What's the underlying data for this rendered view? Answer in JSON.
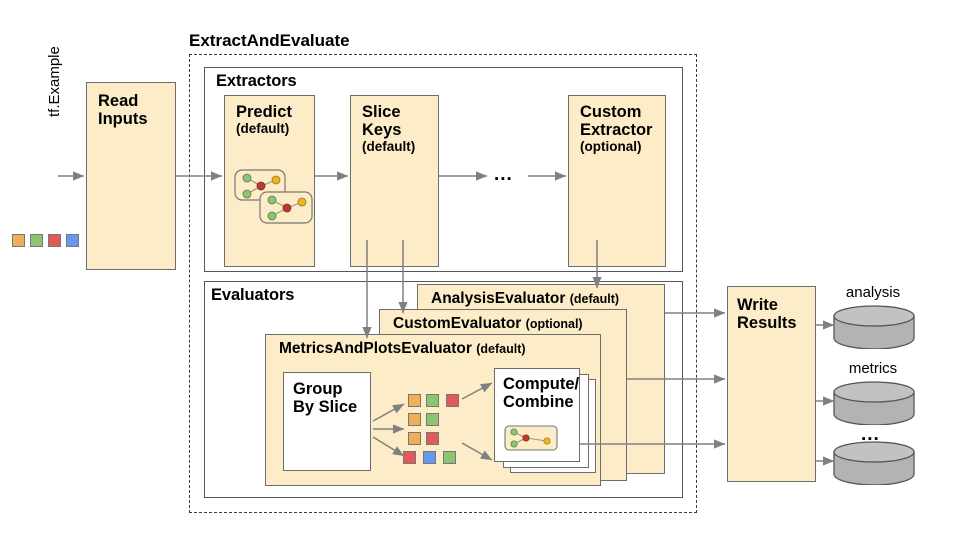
{
  "diagram": {
    "title": "ExtractAndEvaluate",
    "input_label": "tf.Example",
    "input_swatches": [
      "#f0ad5a",
      "#8cc474",
      "#e05a5a",
      "#6699ee"
    ],
    "read_inputs": {
      "line1": "Read",
      "line2": "Inputs"
    },
    "extractors": {
      "label": "Extractors",
      "nodes": [
        {
          "line1": "Predict",
          "line2": "",
          "sub": "(default)",
          "icon": "model-graph-stack-icon"
        },
        {
          "line1": "Slice",
          "line2": "Keys",
          "sub": "(default)",
          "icon": ""
        },
        {
          "line1": "Custom",
          "line2": "Extractor",
          "sub": "(optional)",
          "icon": ""
        }
      ],
      "ellipsis": "..."
    },
    "evaluators": {
      "label": "Evaluators",
      "stack": [
        {
          "name": "AnalysisEvaluator",
          "qualifier": "(default)"
        },
        {
          "name": "CustomEvaluator",
          "qualifier": "(optional)"
        },
        {
          "name": "MetricsAndPlotsEvaluator",
          "qualifier": "(default)"
        }
      ],
      "group_by_slice": {
        "line1": "Group",
        "line2": "By Slice"
      },
      "compute_combine": {
        "line1": "Compute/",
        "line2": "Combine",
        "icon": "model-graph-icon"
      },
      "slice_swatch_rows": [
        [
          "#f0ad5a",
          "#8cc474",
          "#e05a5a"
        ],
        [
          "#f0ad5a",
          "#8cc474"
        ],
        [
          "#f0ad5a",
          "#e05a5a"
        ],
        [
          "#e05a5a",
          "#6699ee",
          "#8cc474"
        ]
      ]
    },
    "write_results": {
      "line1": "Write",
      "line2": "Results"
    },
    "sinks": [
      {
        "label": "analysis"
      },
      {
        "label": "metrics"
      },
      {
        "label": "..."
      }
    ],
    "colors": {
      "box_fill": "#fdecc8",
      "box_stroke": "#6d6d6d",
      "frame_stroke": "#565656",
      "arrow": "#808080",
      "cylinder_fill": "#b3b3b3",
      "cylinder_top": "#c0c0c0"
    }
  }
}
